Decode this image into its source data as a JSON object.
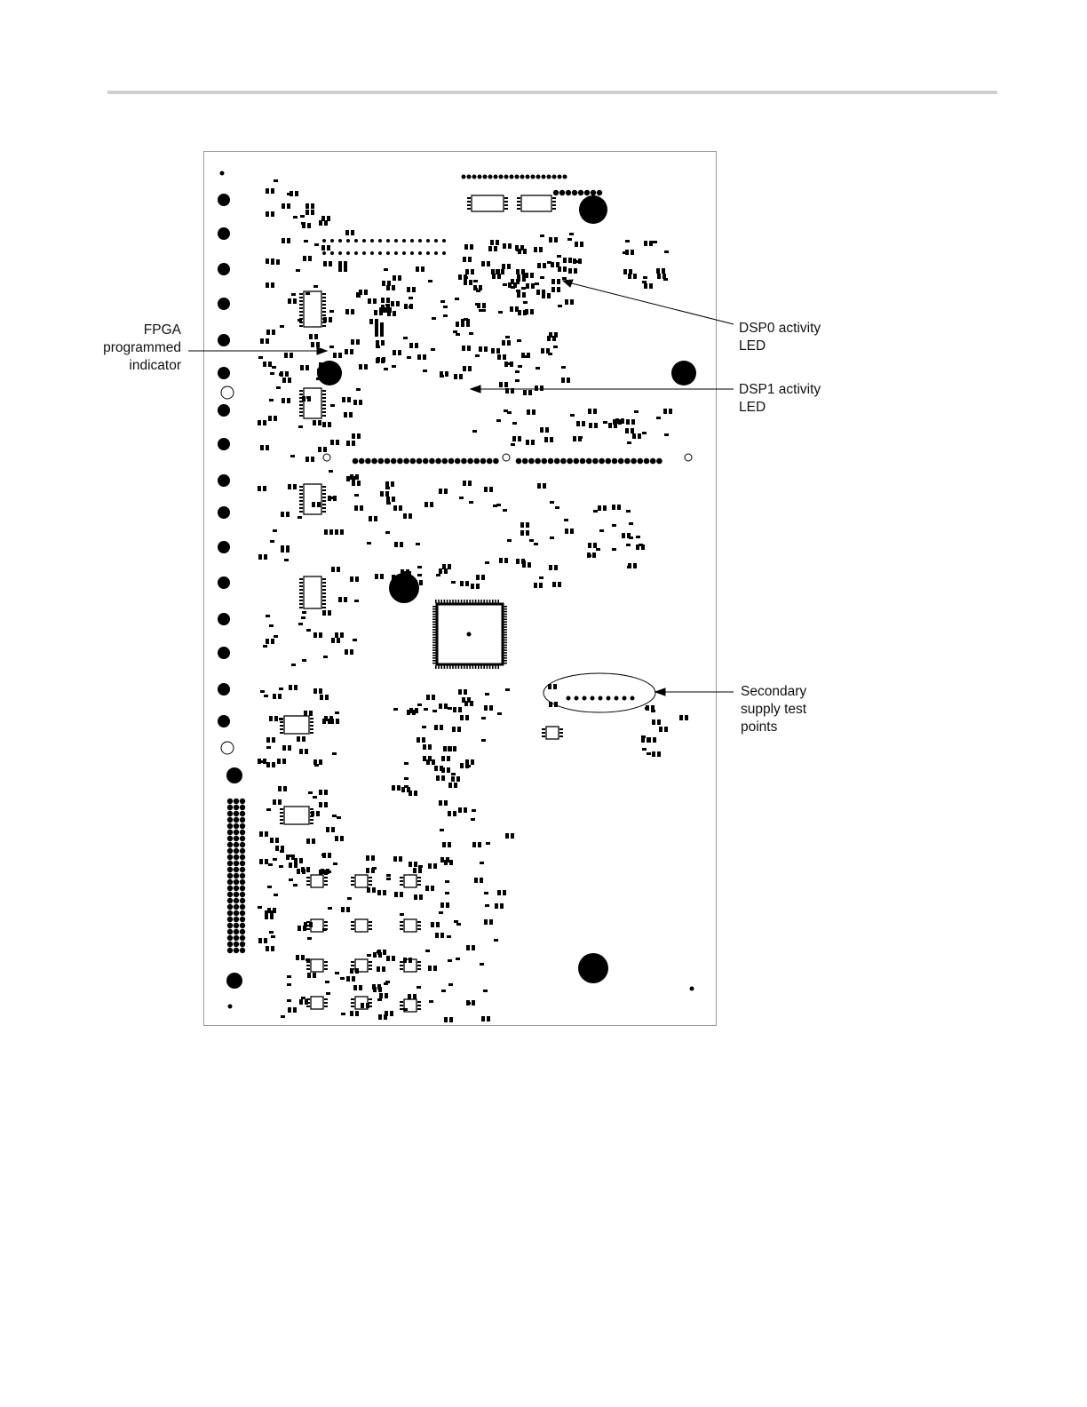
{
  "figure": {
    "callouts": [
      {
        "id": "fpga",
        "lines": [
          "FPGA",
          "programmed",
          "indicator"
        ]
      },
      {
        "id": "dsp0",
        "lines": [
          "DSP0 activity",
          "LED"
        ]
      },
      {
        "id": "dsp1",
        "lines": [
          "DSP1 activity",
          "LED"
        ]
      },
      {
        "id": "secondary",
        "lines": [
          "Secondary",
          "supply test",
          "points"
        ]
      }
    ]
  },
  "colors": {
    "ink": "#000000",
    "outline": "#9a9a9a",
    "rule": "#cfcfcf"
  }
}
